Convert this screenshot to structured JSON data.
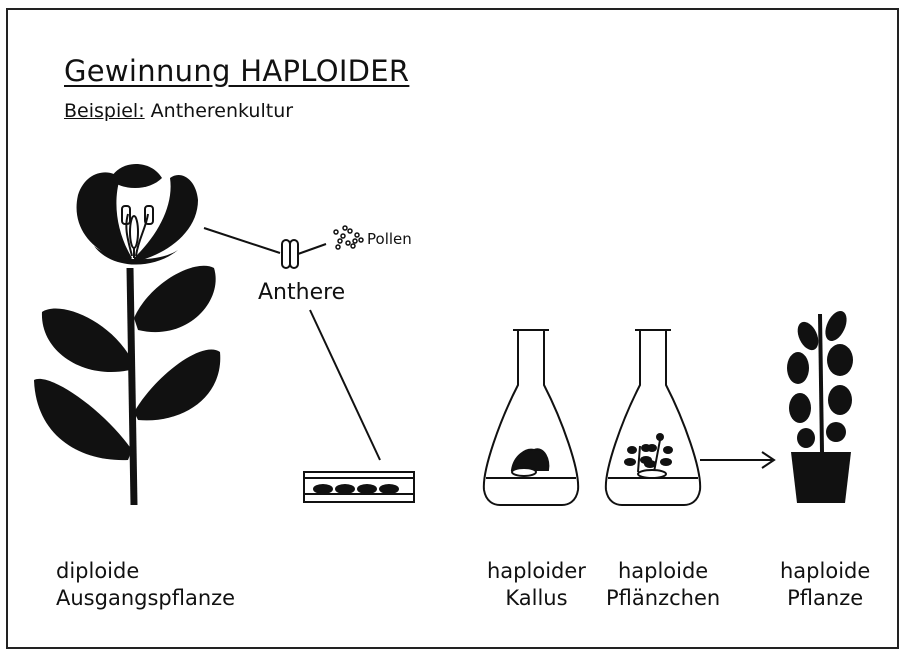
{
  "title": "Gewinnung HAPLOIDER",
  "subtitle": {
    "prefix": "Beispiel:",
    "text": "Antherenkultur"
  },
  "labels": {
    "pollen": "Pollen",
    "anthere": "Anthere"
  },
  "captions": {
    "diploid_line1": "diploide",
    "diploid_line2": "Ausgangspflanze",
    "kallus_line1": "haploider",
    "kallus_line2": "Kallus",
    "plaenzchen_line1": "haploide",
    "plaenzchen_line2": "Pflänzchen",
    "pflanze_line1": "haploide",
    "pflanze_line2": "Pflanze"
  },
  "colors": {
    "ink": "#111111",
    "paper": "#ffffff"
  }
}
